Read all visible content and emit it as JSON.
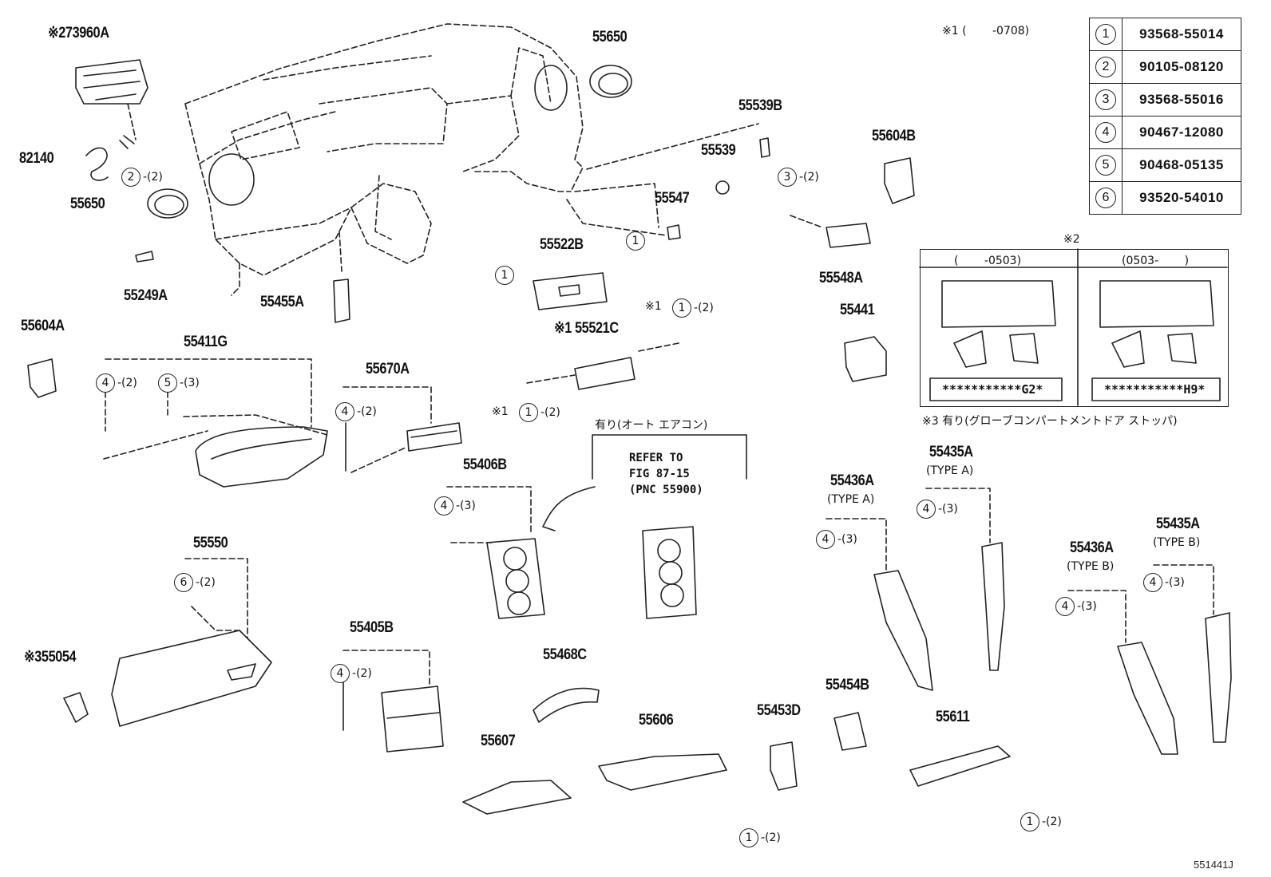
{
  "legend": [
    {
      "n": "1",
      "part": "93568-55014"
    },
    {
      "n": "2",
      "part": "90105-08120"
    },
    {
      "n": "3",
      "part": "93568-55016"
    },
    {
      "n": "4",
      "part": "90467-12080"
    },
    {
      "n": "5",
      "part": "90468-05135"
    },
    {
      "n": "6",
      "part": "93520-54010"
    }
  ],
  "notes": {
    "note1": "※1 (　　 -0708)",
    "note2_head": "※2",
    "note2_left": "(　　 -0503)",
    "note2_right": "(0503-　　 )",
    "note2_code_left": "***********G2*",
    "note2_code_right": "***********H9*",
    "note3": "※3 有り(グローブコンパートメントドア ストッパ)",
    "aircon": "有り(オート エアコン)",
    "refer1": "REFER TO",
    "refer2": "FIG 87-15",
    "refer3": "(PNC 55900)",
    "fig_no": "551441J"
  },
  "parts": {
    "p73960a": "※273960A",
    "p82140": "82140",
    "p55650a": "55650",
    "p55650b": "55650",
    "p55249a": "55249A",
    "p55455a": "55455A",
    "p55604a": "55604A",
    "p55411g": "55411G",
    "p55670a": "55670A",
    "p55522b": "55522B",
    "p55521c": "※1 55521C",
    "p55547": "55547",
    "p55539": "55539",
    "p55539b": "55539B",
    "p55604b": "55604B",
    "p55548a": "55548A",
    "p55441": "55441",
    "p55406b": "55406B",
    "p55550": "55550",
    "p55054": "※355054",
    "p55405b": "55405B",
    "p55468c": "55468C",
    "p55607": "55607",
    "p55606": "55606",
    "p55453d": "55453D",
    "p55454b": "55454B",
    "p55611": "55611",
    "p55436a1": "55436A",
    "p55435a1": "55435A",
    "p55436a2": "55436A",
    "p55435a2": "55435A",
    "type_a1": "(TYPE A)",
    "type_a2": "(TYPE A)",
    "type_b1": "(TYPE B)",
    "type_b2": "(TYPE B)"
  },
  "qty": {
    "q1": "2",
    "q1t": "-(2)",
    "q2": "3",
    "q2t": "-(2)",
    "q3": "1",
    "q4": "1",
    "q5": "1",
    "q5t": "-(2)",
    "q6": "1",
    "q6t": "-(2)",
    "q7": "4",
    "q7t": "-(2)",
    "q8": "5",
    "q8t": "-(3)",
    "q9": "4",
    "q9t": "-(2)",
    "q10": "4",
    "q10t": "-(3)",
    "q11": "6",
    "q11t": "-(2)",
    "q12": "4",
    "q12t": "-(2)",
    "q13": "4",
    "q13t": "-(3)",
    "q14": "4",
    "q14t": "-(3)",
    "q15": "4",
    "q15t": "-(3)",
    "q16": "4",
    "q16t": "-(3)",
    "q17": "1",
    "q17t": "-(2)",
    "q18": "1",
    "q18t": "-(2)",
    "star1a": "※1",
    "star1b": "※1"
  }
}
